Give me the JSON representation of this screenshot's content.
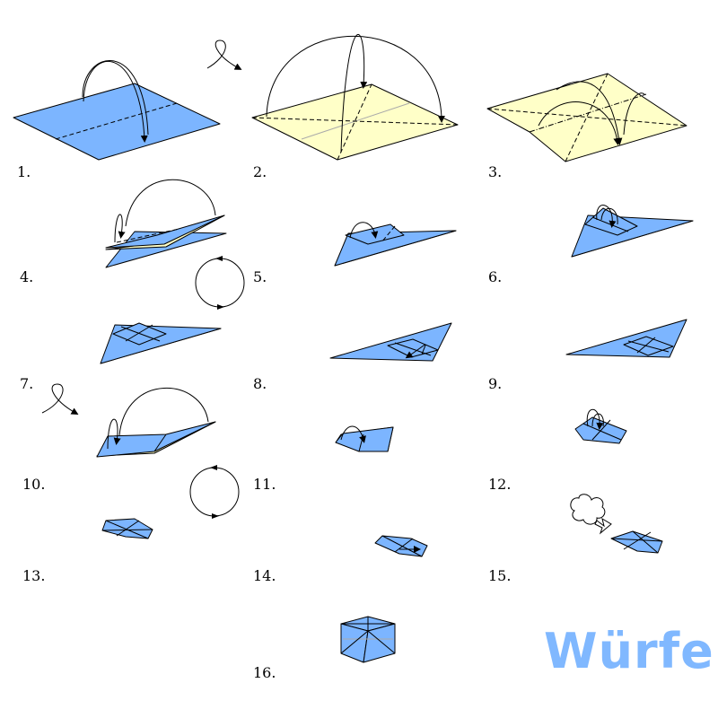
{
  "title": "Würfel",
  "colors": {
    "paper_front": "#7cb5ff",
    "paper_back": "#ffffc8",
    "title": "#80b8ff"
  },
  "steps": [
    {
      "label": "1."
    },
    {
      "label": "2."
    },
    {
      "label": "3."
    },
    {
      "label": "4."
    },
    {
      "label": "5."
    },
    {
      "label": "6."
    },
    {
      "label": "7."
    },
    {
      "label": "8."
    },
    {
      "label": "9."
    },
    {
      "label": "10."
    },
    {
      "label": "11."
    },
    {
      "label": "12."
    },
    {
      "label": "13."
    },
    {
      "label": "14."
    },
    {
      "label": "15."
    },
    {
      "label": "16."
    }
  ],
  "icons": [
    "turn-over-icon",
    "rotate-icon",
    "inflate-icon"
  ]
}
